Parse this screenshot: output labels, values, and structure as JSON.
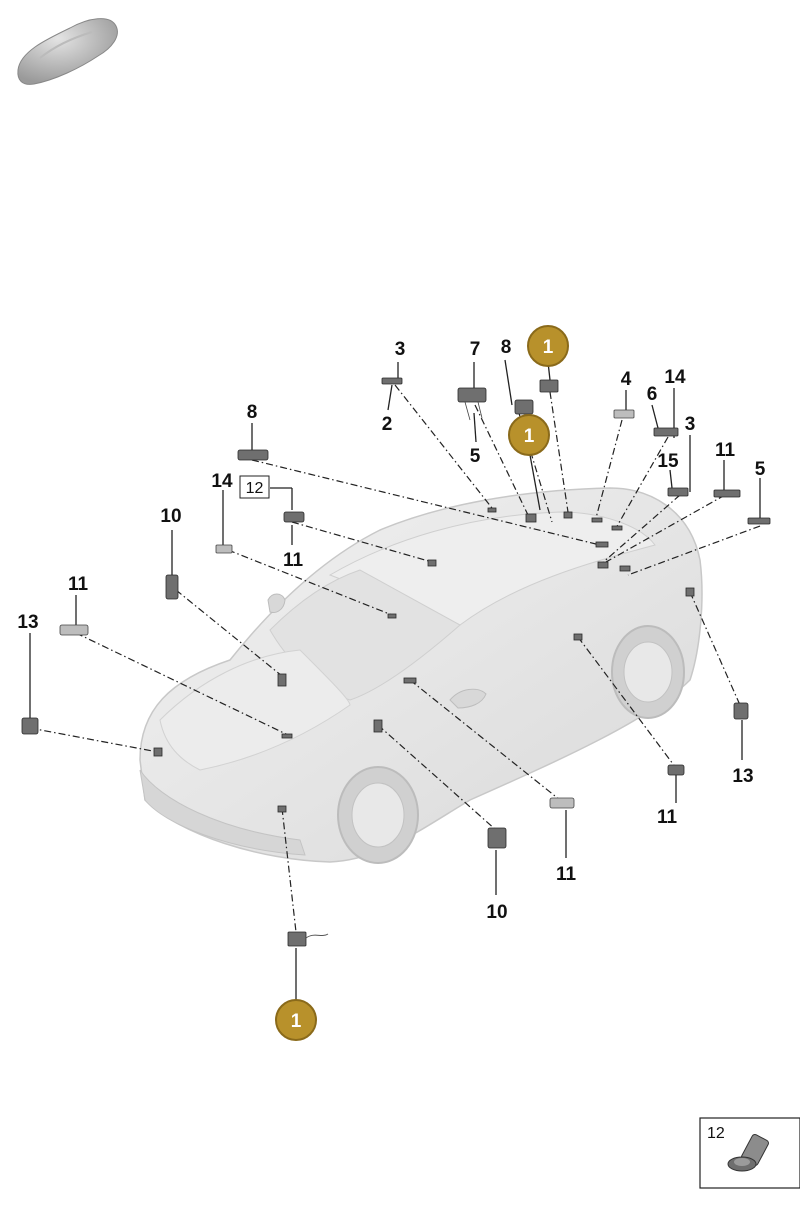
{
  "callouts": [
    {
      "id": "c1",
      "label": "1"
    },
    {
      "id": "c2",
      "label": "1"
    },
    {
      "id": "c3",
      "label": "1"
    }
  ],
  "colors": {
    "callout_fill": "#b8912b",
    "callout_stroke": "#8a6a1a",
    "car_body": "#e6e6e6",
    "car_outline": "#c8c8c8",
    "part": "#6f6f6f"
  },
  "labels": {
    "l3a": "3",
    "l2": "2",
    "l7": "7",
    "l8a": "8",
    "l5a": "5",
    "l4": "4",
    "l14a": "14",
    "l6": "6",
    "l3b": "3",
    "l15": "15",
    "l11a": "11",
    "l5b": "5",
    "l8b": "8",
    "l14b": "14",
    "l12a": "12",
    "l11b": "11",
    "l10a": "10",
    "l11c": "11",
    "l13a": "13",
    "l13b": "13",
    "l11d": "11",
    "l11e": "11",
    "l10b": "10"
  },
  "inset": {
    "label": "12"
  },
  "icons": {
    "thumbnail": "car-thumbnail-icon",
    "screw": "screw-icon"
  }
}
